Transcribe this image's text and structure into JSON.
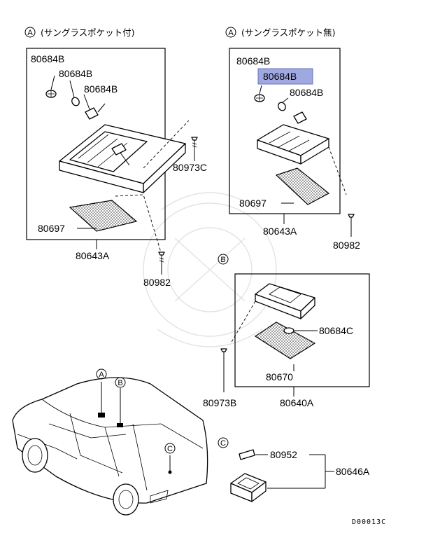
{
  "headers": {
    "a_with_pocket": "(サングラスポケット付)",
    "a_without_pocket": "(サングラスポケット無)"
  },
  "markers": {
    "a": "A",
    "b": "B",
    "c": "C"
  },
  "highlight_color": "#9fa8e0",
  "parts": {
    "a_with": {
      "bulb_1": "80684B",
      "bulb_2": "80684B",
      "bulb_3": "80684B",
      "screw": "80973C",
      "lens": "80697",
      "assembly": "80643A",
      "screw_2": "80982"
    },
    "a_without": {
      "bulb_1": "80684B",
      "bulb_highlighted": "80684B",
      "bulb_3": "80684B",
      "lens": "80697",
      "assembly": "80643A",
      "screw": "80982"
    },
    "b": {
      "bulb": "80684C",
      "lens": "80670",
      "assembly": "80640A",
      "screw": "80973B"
    },
    "c": {
      "bulb": "80952",
      "assembly": "80646A"
    }
  },
  "diagram_code": "D00013C"
}
